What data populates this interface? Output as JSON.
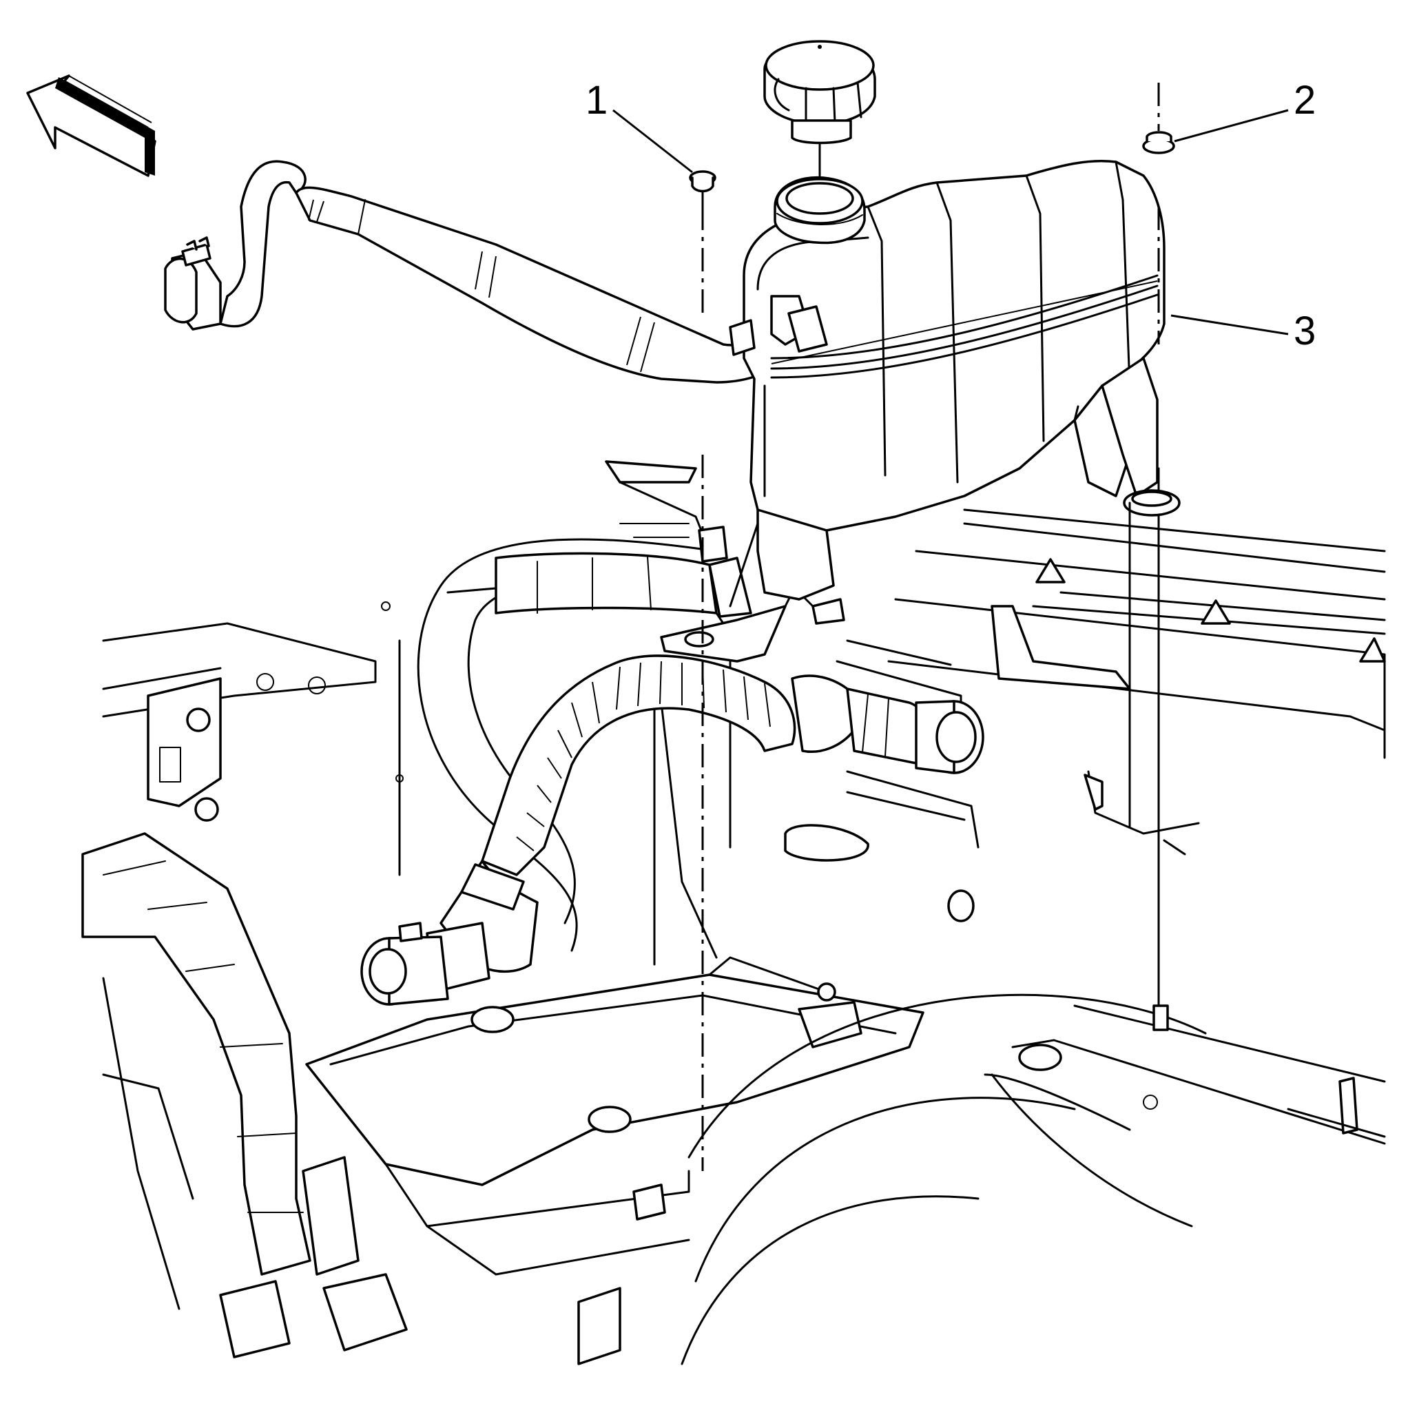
{
  "callouts": [
    {
      "id": "1",
      "label": "1"
    },
    {
      "id": "2",
      "label": "2"
    },
    {
      "id": "3",
      "label": "3"
    }
  ],
  "colors": {
    "ink": "#000000",
    "paper": "#ffffff"
  },
  "icons": {
    "direction_arrow": "front-direction-arrow-icon"
  }
}
